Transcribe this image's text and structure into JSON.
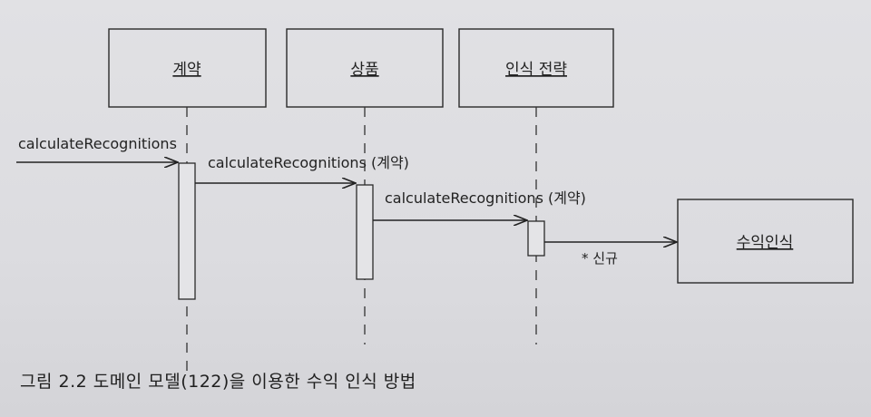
{
  "lifelines": [
    {
      "id": "contract",
      "label": "계약"
    },
    {
      "id": "product",
      "label": "상품"
    },
    {
      "id": "strategy",
      "label": "인식 전략"
    }
  ],
  "created_object": {
    "label": "수익인식"
  },
  "messages": [
    {
      "label": "calculateRecognitions"
    },
    {
      "label": "calculateRecognitions (계약)"
    },
    {
      "label": "calculateRecognitions (계약)"
    },
    {
      "label": "* 신규"
    }
  ],
  "caption": "그림 2.2 도메인 모델(122)을 이용한 수익 인식 방법"
}
